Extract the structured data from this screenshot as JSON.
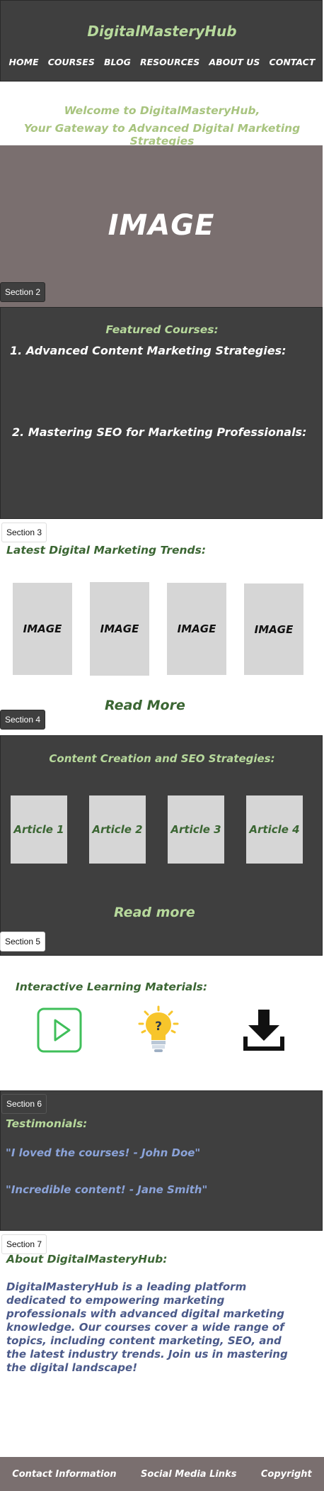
{
  "header": {
    "site_title": "DigitalMasteryHub",
    "nav": [
      "HOME",
      "COURSES",
      "BLOG",
      "RESOURCES",
      "ABOUT US",
      "CONTACT"
    ]
  },
  "welcome": {
    "line1": "Welcome to DigitalMasteryHub,",
    "line2": "Your Gateway to Advanced Digital Marketing Strategies"
  },
  "hero": {
    "image_label": "IMAGE",
    "section_tag": "Section 2"
  },
  "featured": {
    "title": "Featured Courses:",
    "courses": [
      "1. Advanced Content Marketing Strategies:",
      "2. Mastering SEO for Marketing Professionals:"
    ]
  },
  "trends": {
    "section_tag": "Section 3",
    "title": "Latest Digital Marketing Trends:",
    "images": [
      "IMAGE",
      "IMAGE",
      "IMAGE",
      "IMAGE"
    ],
    "read_more": "Read More"
  },
  "content": {
    "section_tag": "Section 4",
    "title": "Content Creation and SEO Strategies:",
    "articles": [
      "Article 1",
      "Article 2",
      "Article 3",
      "Article 4"
    ],
    "read_more": "Read more"
  },
  "interactive": {
    "section_tag": "Section 5",
    "title": "Interactive Learning Materials:",
    "icons": [
      "play-video-icon",
      "lightbulb-question-icon",
      "download-icon"
    ],
    "colors": {
      "play": "#3fbf5a",
      "bulb": "#f7c52b",
      "download": "#111111"
    }
  },
  "testimonials": {
    "section_tag": "Section 6",
    "title": "Testimonials:",
    "items": [
      "\"I loved the courses! - John Doe\"",
      "\"Incredible content! - Jane Smith\""
    ]
  },
  "about": {
    "section_tag": "Section 7",
    "title": "About DigitalMasteryHub:",
    "text": "DigitalMasteryHub is a leading platform dedicated to  empowering marketing professionals with advanced  digital marketing knowledge. Our courses cover a wide range of topics, including content marketing, SEO, and the latest industry trends. Join us in mastering the digital landscape!"
  },
  "footer": {
    "links": [
      "Contact Information",
      "Social Media Links",
      "Copyright"
    ]
  },
  "colors": {
    "dark_bg": "#3f3f3f",
    "hero_bg": "#7a6f6f",
    "light_green": "#b7d99c",
    "dark_green": "#3b6633",
    "testimonial_blue": "#8ba3d9",
    "about_text": "#4b5a8a"
  }
}
